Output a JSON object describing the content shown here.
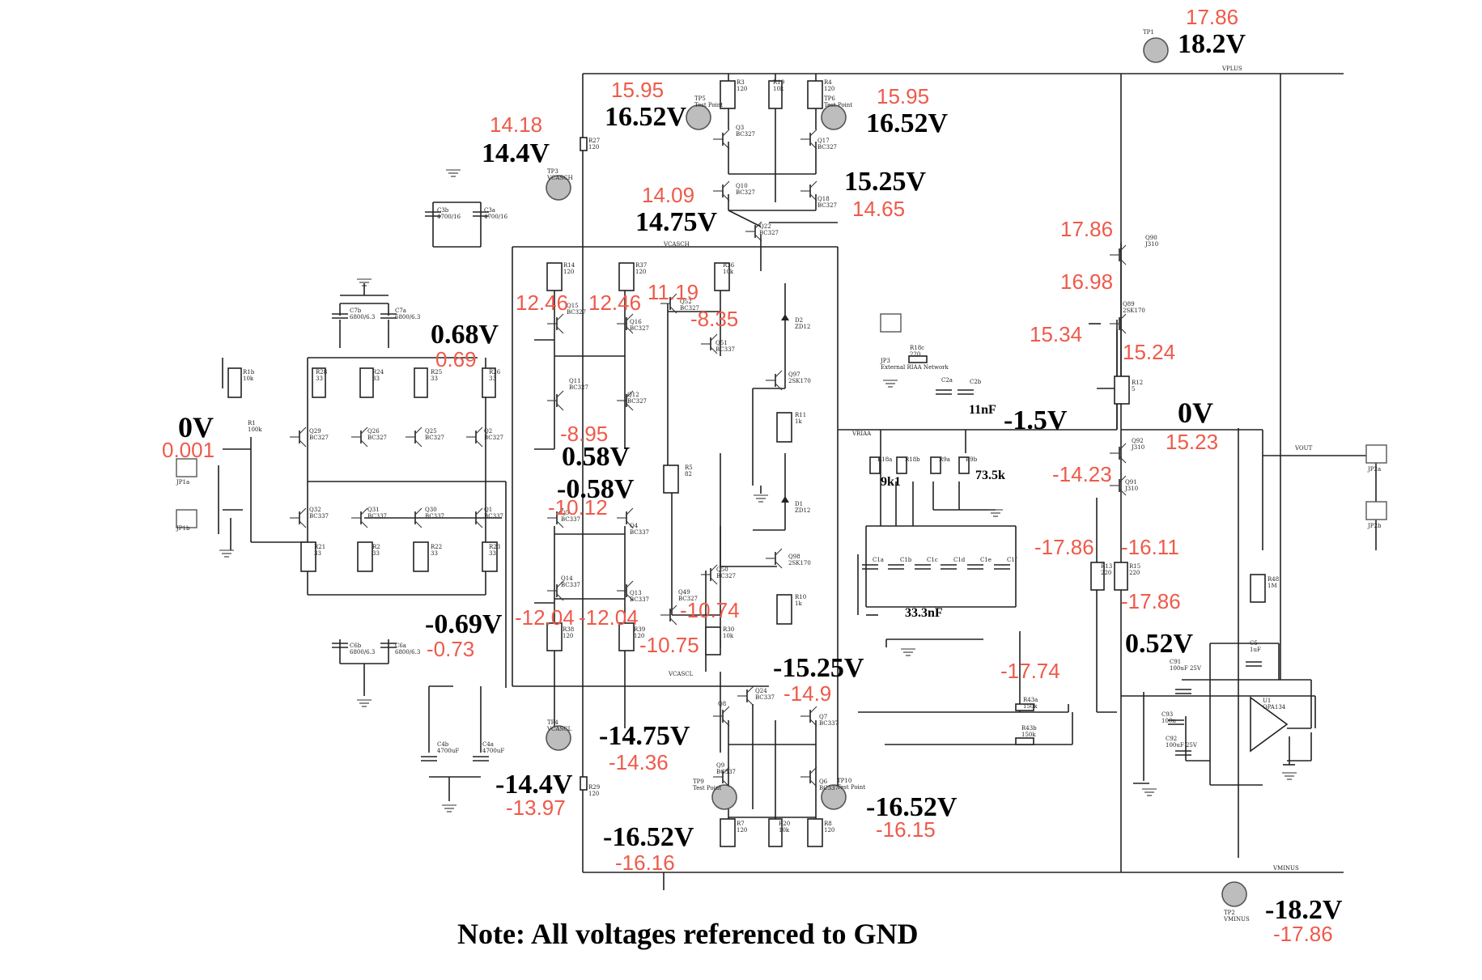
{
  "note": "Note: All voltages referenced to GND",
  "colors": {
    "measured": "#ee5a4a",
    "design": "#000000",
    "wire": "#222222",
    "testpoint": "#bdbdbd"
  },
  "nets": [
    "VPLUS",
    "VMINUS",
    "VCASCH",
    "VCASCL",
    "VRIAA",
    "VOUT"
  ],
  "design_voltages": [
    "18.2V",
    "16.52V",
    "16.52V",
    "14.4V",
    "15.25V",
    "14.75V",
    "0.68V",
    "0V",
    "0.58V",
    "-0.58V",
    "-1.5V",
    "0V",
    "-0.69V",
    "0.52V",
    "-15.25V",
    "-14.75V",
    "-14.4V",
    "-16.52V",
    "-16.52V",
    "-18.2V"
  ],
  "measured_voltages": [
    "17.86",
    "15.95",
    "15.95",
    "14.18",
    "14.65",
    "14.09",
    "12.46",
    "12.46",
    "11.19",
    "-8.35",
    "0.69",
    "0.001",
    "-8.95",
    "-10.12",
    "17.86",
    "16.98",
    "15.34",
    "15.24",
    "15.23",
    "-14.23",
    "-17.86",
    "-16.11",
    "-17.86",
    "-12.04",
    "-12.04",
    "-10.74",
    "-10.75",
    "-0.73",
    "-17.74",
    "-14.9",
    "-14.36",
    "-13.97",
    "-16.16",
    "-16.15",
    "-17.86"
  ],
  "component_values": [
    "9k1",
    "73.5k",
    "11nF",
    "33.3nF"
  ],
  "components": [
    {
      "ref": "TP1",
      "value": ""
    },
    {
      "ref": "TP2",
      "value": "VMINUS"
    },
    {
      "ref": "TP3",
      "value": "VCASCH"
    },
    {
      "ref": "TP4",
      "value": "VCASCL"
    },
    {
      "ref": "TP5",
      "value": "Test Point"
    },
    {
      "ref": "TP6",
      "value": "Test Point"
    },
    {
      "ref": "TP9",
      "value": "Test Point"
    },
    {
      "ref": "TP10",
      "value": "Test Point"
    },
    {
      "ref": "R3",
      "value": "120"
    },
    {
      "ref": "R19",
      "value": "10k"
    },
    {
      "ref": "R4",
      "value": "120"
    },
    {
      "ref": "R27",
      "value": "120"
    },
    {
      "ref": "Q3",
      "value": "BC327"
    },
    {
      "ref": "Q17",
      "value": "BC327"
    },
    {
      "ref": "Q10",
      "value": "BC327"
    },
    {
      "ref": "Q18",
      "value": "BC327"
    },
    {
      "ref": "Q22",
      "value": "BC327"
    },
    {
      "ref": "C3b",
      "value": "4700/16"
    },
    {
      "ref": "C3a",
      "value": "4700/16"
    },
    {
      "ref": "R14",
      "value": "120"
    },
    {
      "ref": "R37",
      "value": "120"
    },
    {
      "ref": "R36",
      "value": "10k"
    },
    {
      "ref": "Q15",
      "value": "BC327"
    },
    {
      "ref": "Q16",
      "value": "BC327"
    },
    {
      "ref": "Q52",
      "value": "BC327"
    },
    {
      "ref": "Q51",
      "value": "BC337"
    },
    {
      "ref": "Q11",
      "value": "BC327"
    },
    {
      "ref": "Q12",
      "value": "BC327"
    },
    {
      "ref": "C7b",
      "value": "6800/6.3"
    },
    {
      "ref": "C7a",
      "value": "6800/6.3"
    },
    {
      "ref": "R1b",
      "value": "10k"
    },
    {
      "ref": "R28",
      "value": "33"
    },
    {
      "ref": "R24",
      "value": "33"
    },
    {
      "ref": "R25",
      "value": "33"
    },
    {
      "ref": "R26",
      "value": "33"
    },
    {
      "ref": "R1",
      "value": "100k"
    },
    {
      "ref": "Q29",
      "value": "BC327"
    },
    {
      "ref": "Q26",
      "value": "BC327"
    },
    {
      "ref": "Q25",
      "value": "BC327"
    },
    {
      "ref": "Q2",
      "value": "BC327"
    },
    {
      "ref": "Q32",
      "value": "BC337"
    },
    {
      "ref": "Q31",
      "value": "BC337"
    },
    {
      "ref": "Q30",
      "value": "BC337"
    },
    {
      "ref": "Q1",
      "value": "BC337"
    },
    {
      "ref": "R21",
      "value": "33"
    },
    {
      "ref": "R2",
      "value": "33"
    },
    {
      "ref": "R22",
      "value": "33"
    },
    {
      "ref": "R23",
      "value": "33"
    },
    {
      "ref": "C6b",
      "value": "6800/6.3"
    },
    {
      "ref": "C6a",
      "value": "6800/6.3"
    },
    {
      "ref": "JP1a",
      "value": ""
    },
    {
      "ref": "JP1b",
      "value": ""
    },
    {
      "ref": "JP2a",
      "value": ""
    },
    {
      "ref": "JP2b",
      "value": ""
    },
    {
      "ref": "JP3",
      "value": "External RIAA Network"
    },
    {
      "ref": "R5",
      "value": "82"
    },
    {
      "ref": "Q5",
      "value": "BC337"
    },
    {
      "ref": "Q4",
      "value": "BC337"
    },
    {
      "ref": "Q14",
      "value": "BC337"
    },
    {
      "ref": "Q13",
      "value": "BC337"
    },
    {
      "ref": "Q50",
      "value": "BC327"
    },
    {
      "ref": "Q49",
      "value": "BC327"
    },
    {
      "ref": "R38",
      "value": "120"
    },
    {
      "ref": "R39",
      "value": "120"
    },
    {
      "ref": "R30",
      "value": "10k"
    },
    {
      "ref": "D2",
      "value": "ZD12"
    },
    {
      "ref": "D1",
      "value": "ZD12"
    },
    {
      "ref": "Q97",
      "value": "2SK170"
    },
    {
      "ref": "Q98",
      "value": "2SK170"
    },
    {
      "ref": "R11",
      "value": "1k"
    },
    {
      "ref": "R10",
      "value": "1k"
    },
    {
      "ref": "R18c",
      "value": "220"
    },
    {
      "ref": "C2a",
      "value": ""
    },
    {
      "ref": "C2b",
      "value": ""
    },
    {
      "ref": "R18a",
      "value": ""
    },
    {
      "ref": "R18b",
      "value": ""
    },
    {
      "ref": "R9a",
      "value": ""
    },
    {
      "ref": "R9b",
      "value": ""
    },
    {
      "ref": "C1a",
      "value": ""
    },
    {
      "ref": "C1b",
      "value": ""
    },
    {
      "ref": "C1c",
      "value": ""
    },
    {
      "ref": "C1d",
      "value": ""
    },
    {
      "ref": "C1e",
      "value": ""
    },
    {
      "ref": "C1f",
      "value": ""
    },
    {
      "ref": "Q90",
      "value": "J310"
    },
    {
      "ref": "Q89",
      "value": "2SK170"
    },
    {
      "ref": "R12",
      "value": "5"
    },
    {
      "ref": "Q92",
      "value": "J310"
    },
    {
      "ref": "Q91",
      "value": "J310"
    },
    {
      "ref": "R13",
      "value": "220"
    },
    {
      "ref": "R15",
      "value": "220"
    },
    {
      "ref": "R48",
      "value": "1M"
    },
    {
      "ref": "C5",
      "value": "1uF"
    },
    {
      "ref": "C91",
      "value": "100uF 25V"
    },
    {
      "ref": "C93",
      "value": "100n"
    },
    {
      "ref": "C92",
      "value": "100uF 25V"
    },
    {
      "ref": "U1",
      "value": "OPA134"
    },
    {
      "ref": "R43a",
      "value": "150k"
    },
    {
      "ref": "R43b",
      "value": "150k"
    },
    {
      "ref": "Q24",
      "value": "BC337"
    },
    {
      "ref": "Q8",
      "value": ""
    },
    {
      "ref": "Q7",
      "value": "BC337"
    },
    {
      "ref": "Q9",
      "value": "BC337"
    },
    {
      "ref": "Q6",
      "value": "BC337"
    },
    {
      "ref": "C4b",
      "value": "4700uF"
    },
    {
      "ref": "C4a",
      "value": "4700uF"
    },
    {
      "ref": "R29",
      "value": "120"
    },
    {
      "ref": "R7",
      "value": "120"
    },
    {
      "ref": "R20",
      "value": "10k"
    },
    {
      "ref": "R8",
      "value": "120"
    }
  ]
}
